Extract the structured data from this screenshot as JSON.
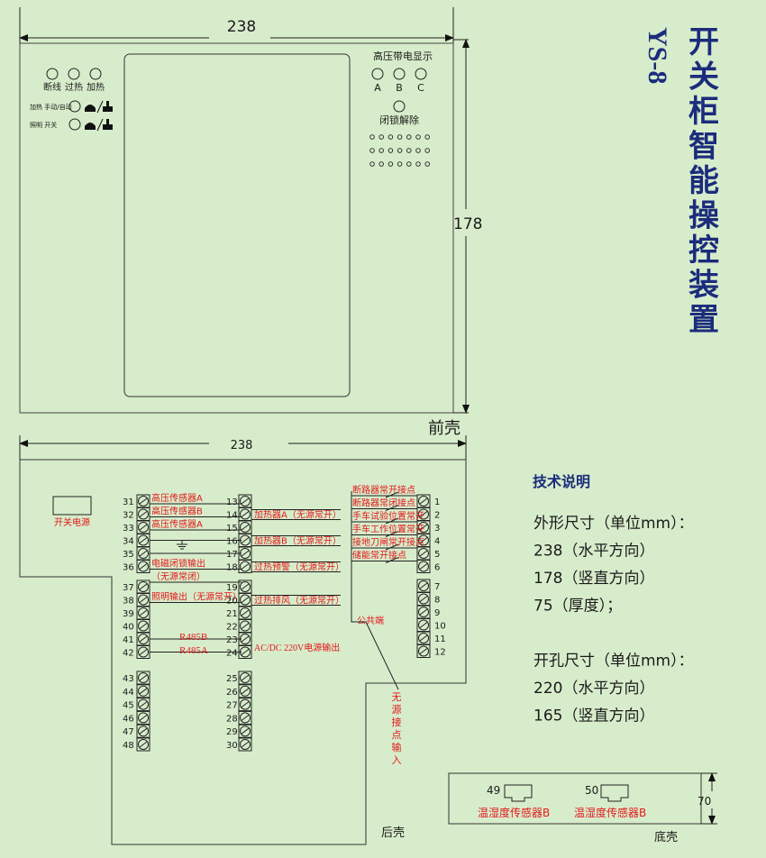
{
  "title_vertical": "开关柜智能操控装置",
  "model_vertical": "YS-8",
  "front": {
    "width_label": "238",
    "height_label": "178",
    "caption": "前壳",
    "indicators": [
      "断线",
      "过热",
      "加热"
    ],
    "heat_label": "加热 手动/自动",
    "light_label": "照明  开关",
    "hv_title": "高压带电显示",
    "phases": [
      "A",
      "B",
      "C"
    ],
    "lock_label": "闭锁解除"
  },
  "rear": {
    "width_label": "238",
    "caption": "后壳",
    "power_switch": "开关电源",
    "left_numbers": [
      "31",
      "32",
      "33",
      "34",
      "35",
      "36",
      "37",
      "38",
      "39",
      "40",
      "41",
      "42",
      "43",
      "44",
      "45",
      "46",
      "47",
      "48"
    ],
    "left_labels": [
      {
        "n": 0,
        "text": "高压传感器A"
      },
      {
        "n": 1,
        "text": "高压传感器B"
      },
      {
        "n": 2,
        "text": "高压传感器A"
      },
      {
        "n": 5,
        "text": "电磁闭锁输出"
      },
      {
        "n": 5.5,
        "text": "（无源常闭）"
      },
      {
        "n": 7,
        "text": "照明输出（无源常开）"
      }
    ],
    "r485b": "R485B",
    "r485a": "R485A",
    "mid_numbers": [
      "13",
      "14",
      "15",
      "16",
      "17",
      "18",
      "19",
      "20",
      "21",
      "22",
      "23",
      "24",
      "25",
      "26",
      "27",
      "28",
      "29",
      "30"
    ],
    "mid_labels": [
      {
        "n": 1,
        "text": "加热器A（无源常开）"
      },
      {
        "n": 3,
        "text": "加热器B（无源常开）"
      },
      {
        "n": 5,
        "text": "过热预警（无源常开）"
      },
      {
        "n": 7,
        "text": "过热排风（无源常开）"
      }
    ],
    "power_out": "AC/DC 220V电源输出",
    "right_numbers": [
      "1",
      "2",
      "3",
      "4",
      "5",
      "6",
      "7",
      "8",
      "9",
      "10",
      "11",
      "12"
    ],
    "right_labels": [
      "断路器常开接点",
      "断路器常闭接点",
      "手车试验位置常开",
      "手车工作位置常开",
      "接地刀闸常开接点",
      "储能常开接点"
    ],
    "common": "公共端",
    "passive_input": [
      "无",
      "源",
      "接",
      "点",
      "输",
      "入"
    ]
  },
  "base": {
    "sensor_nums": [
      "49",
      "50"
    ],
    "sensor_label": "温湿度传感器B",
    "height_label": "70",
    "caption": "底壳"
  },
  "specs": {
    "heading": "技术说明",
    "lines": [
      "外形尺寸（单位mm）：",
      "238（水平方向）",
      "178（竖直方向）",
      "75（厚度）；",
      "",
      "开孔尺寸（单位mm）：",
      "220（水平方向）",
      "165（竖直方向）"
    ]
  },
  "colors": {
    "background": "#d7eccb",
    "accent": "#1b2c7c",
    "label_red": "#e3191b"
  }
}
